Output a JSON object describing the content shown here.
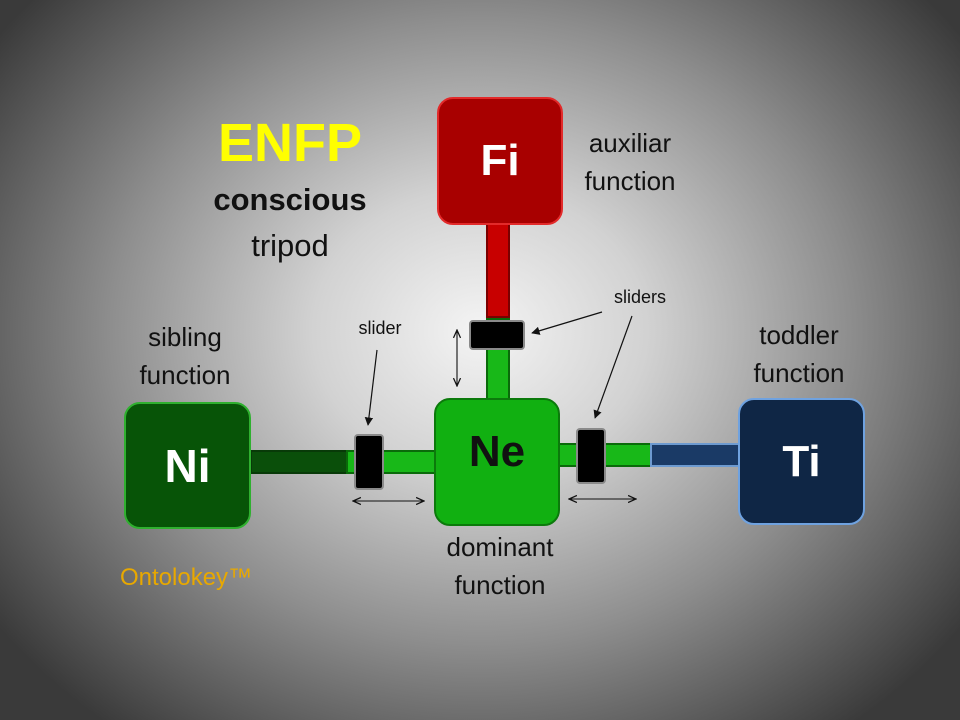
{
  "title": "ENFP",
  "subtitle_line1": "conscious",
  "subtitle_line2": "tripod",
  "brand": "Ontolokey™",
  "functions": {
    "dominant": {
      "code": "Ne",
      "label_line1": "dominant",
      "label_line2": "function",
      "color": "#11b011"
    },
    "auxiliary": {
      "code": "Fi",
      "label_line1": "auxiliar",
      "label_line2": "function",
      "color": "#a80000"
    },
    "sibling": {
      "code": "Ni",
      "label_line1": "sibling",
      "label_line2": "function",
      "color": "#075407"
    },
    "toddler": {
      "code": "Ti",
      "label_line1": "toddler",
      "label_line2": "function",
      "color": "#0f2645"
    }
  },
  "slider_labels": {
    "single": "slider",
    "plural": "sliders"
  },
  "colors": {
    "title": "#ffff00",
    "brand": "#e8a800",
    "connector_green": "#18b818",
    "connector_red": "#c80000",
    "connector_navy": "#1a3a66"
  }
}
